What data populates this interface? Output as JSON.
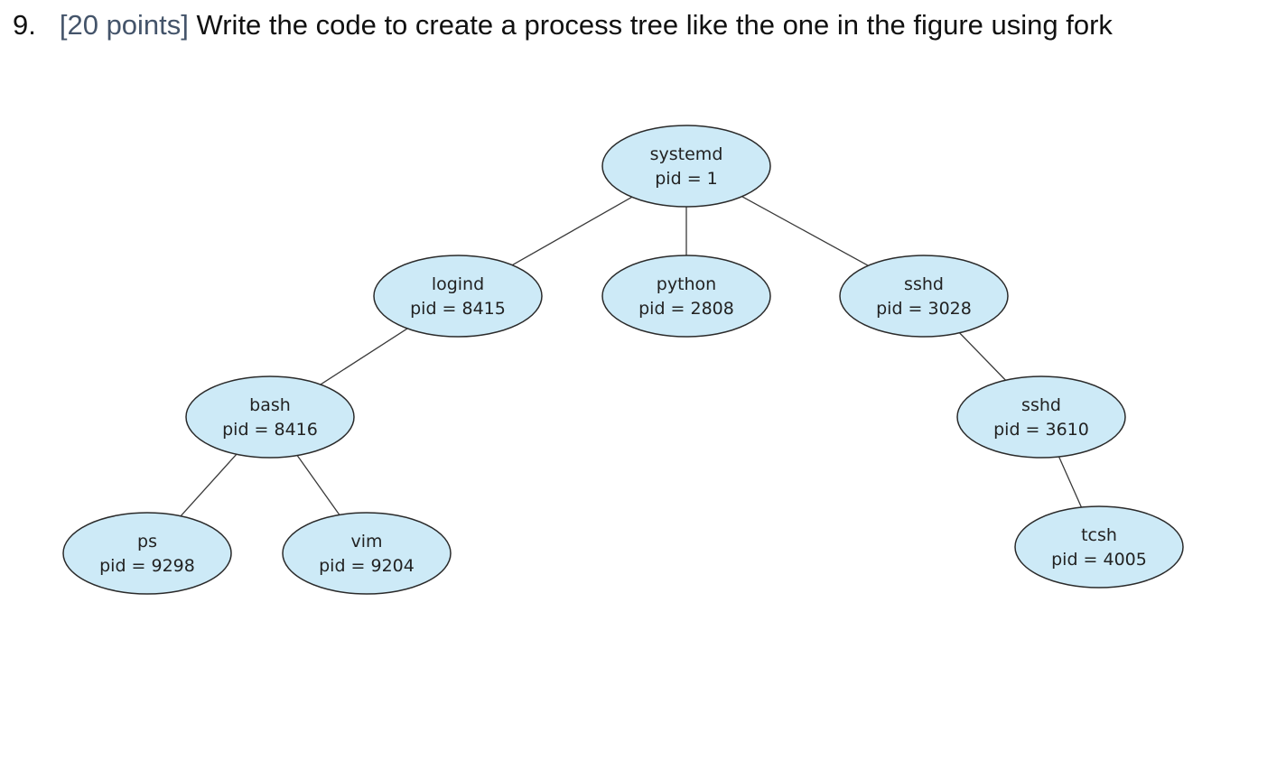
{
  "question": {
    "number": "9.",
    "points": "[20 points]",
    "text": "Write the code to create a process tree like the one in the figure using fork"
  },
  "colors": {
    "node_fill": "#cdeaf7",
    "node_stroke": "#2a2a2a",
    "edge": "#3a3a3a",
    "points_text": "#44546a"
  },
  "tree": {
    "nodes": [
      {
        "id": "systemd",
        "name": "systemd",
        "pid_label": "pid = 1"
      },
      {
        "id": "logind",
        "name": "logind",
        "pid_label": "pid = 8415"
      },
      {
        "id": "python",
        "name": "python",
        "pid_label": "pid = 2808"
      },
      {
        "id": "sshd-3028",
        "name": "sshd",
        "pid_label": "pid = 3028"
      },
      {
        "id": "bash",
        "name": "bash",
        "pid_label": "pid = 8416"
      },
      {
        "id": "sshd-3610",
        "name": "sshd",
        "pid_label": "pid = 3610"
      },
      {
        "id": "ps",
        "name": "ps",
        "pid_label": "pid = 9298"
      },
      {
        "id": "vim",
        "name": "vim",
        "pid_label": "pid = 9204"
      },
      {
        "id": "tcsh",
        "name": "tcsh",
        "pid_label": "pid = 4005"
      }
    ],
    "edges": [
      {
        "from": "systemd",
        "to": "logind"
      },
      {
        "from": "systemd",
        "to": "python"
      },
      {
        "from": "systemd",
        "to": "sshd-3028"
      },
      {
        "from": "logind",
        "to": "bash"
      },
      {
        "from": "bash",
        "to": "ps"
      },
      {
        "from": "bash",
        "to": "vim"
      },
      {
        "from": "sshd-3028",
        "to": "sshd-3610"
      },
      {
        "from": "sshd-3610",
        "to": "tcsh"
      }
    ]
  }
}
